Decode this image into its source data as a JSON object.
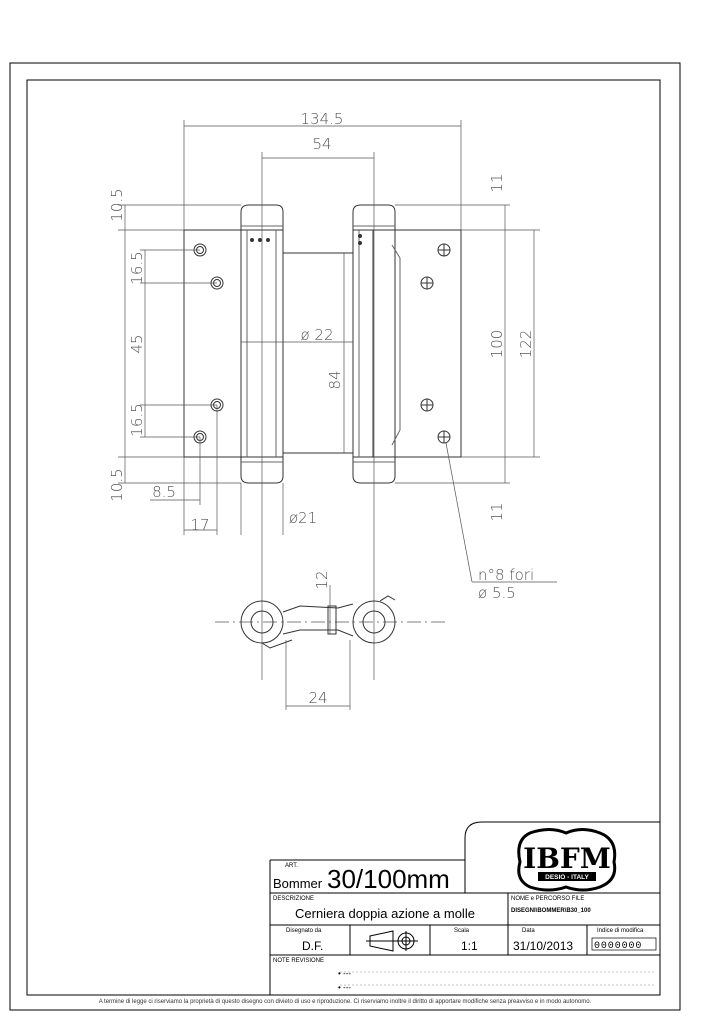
{
  "drawing": {
    "dimensions": {
      "overall_width": "134.5",
      "pin_spacing": "54",
      "top_margin": "10.5",
      "hole_offset_top": "16.5",
      "hole_spacing": "45",
      "hole_offset_bottom": "16.5",
      "bottom_margin": "10.5",
      "edge_offset": "8.5",
      "hole_pitch_x": "17",
      "knuckle_diameter": "ø21",
      "barrel_diameter": "ø 22",
      "barrel_length": "84",
      "knuckle_top": "11",
      "knuckle_bottom": "11",
      "leaf_height": "100",
      "total_height": "122",
      "thickness": "12",
      "axis_distance": "24"
    },
    "holes_note": {
      "line1": "n°8 fori",
      "line2": "ø 5.5"
    }
  },
  "title_block": {
    "logo": {
      "name": "IBFM",
      "subtitle": "DESIO - ITALY"
    },
    "art_label": "ART.",
    "art_name": "Bommer",
    "art_size": "30/100mm",
    "description_label": "DESCRIZIONE",
    "description": "Cerniera doppia azione a molle",
    "file_label": "NOME e PERCORSO FILE",
    "file_path": "DISEGNI\\BOMMER\\B30_100",
    "drawn_by_label": "Disegnato da",
    "drawn_by": "D.F.",
    "scale_label": "Scala",
    "scale": "1:1",
    "date_label": "Data",
    "date": "31/10/2013",
    "revision_index_label": "Indice di modifica",
    "revision_index": "0000000",
    "notes_label": "NOTE REVISIONE",
    "note_1": "•  ---",
    "note_2": "•  ---"
  },
  "footer": {
    "legal": "A termine di legge ci riserviamo la proprietà di questo disegno con divieto di uso e riproduzione. Ci riserviamo inoltre il diritto di apportare modifiche senza preavviso e in modo autonomo."
  }
}
